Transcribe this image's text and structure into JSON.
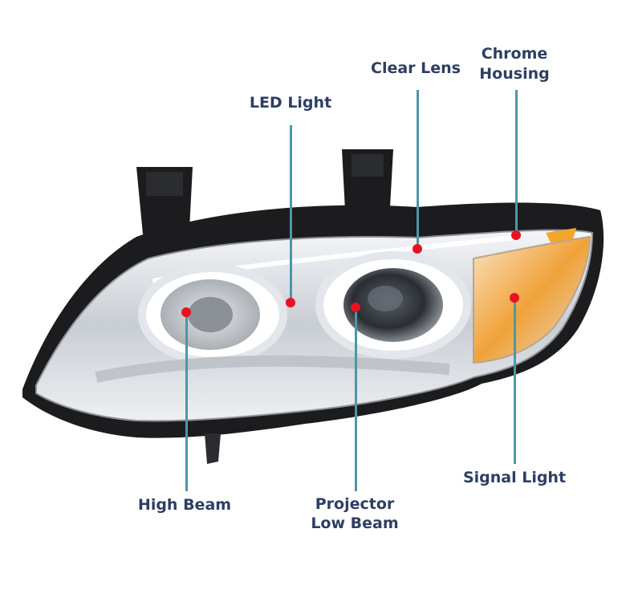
{
  "image": {
    "subject": "headlight-assembly",
    "colors": {
      "label_text": "#2e3e63",
      "leader_line": "#4a98a8",
      "marker_dot": "#e8131f",
      "housing_black": "#1c1c1e",
      "chrome": "#d9dde2",
      "amber": "#f0a23a"
    }
  },
  "callouts": {
    "led_light": "LED Light",
    "clear_lens": "Clear Lens",
    "chrome_housing_line1": "Chrome",
    "chrome_housing_line2": "Housing",
    "high_beam": "High Beam",
    "projector_line1": "Projector",
    "projector_line2": "Low Beam",
    "signal_light": "Signal Light"
  }
}
